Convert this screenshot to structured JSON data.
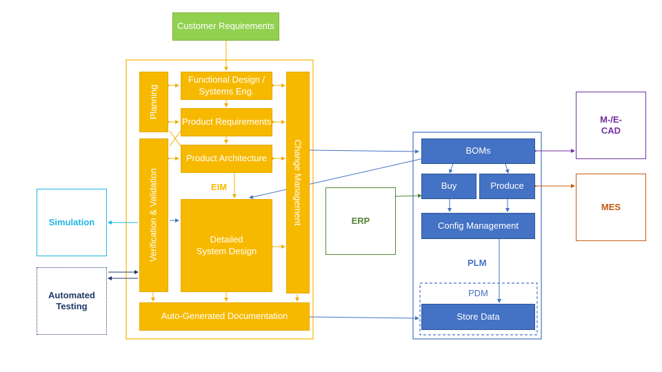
{
  "nodes": {
    "customer_requirements": "Customer Requirements",
    "planning": "Planning",
    "functional_design": "Functional Design / Systems Eng.",
    "product_requirements": "Product Requirements",
    "product_architecture": "Product Architecture",
    "change_management": "Change Management",
    "verification_validation": "Verification & Validation",
    "detailed_system_design": "Detailed System Design",
    "auto_generated_documentation": "Auto-Generated Documentation",
    "eim": "EIM",
    "simulation": "Simulation",
    "automated_testing": "Automated Testing",
    "erp": "ERP",
    "boms": "BOMs",
    "buy": "Buy",
    "produce": "Produce",
    "config_management": "Config Management",
    "plm": "PLM",
    "pdm": "PDM",
    "store_data": "Store Data",
    "mecad": "M-/E-CAD",
    "mes": "MES"
  },
  "colors": {
    "green": "#92d050",
    "gold": "#f7b900",
    "blue": "#4472c4",
    "simulation": "#1fb5e0",
    "automated_testing": "#1f3864",
    "erp": "#548235",
    "mecad": "#7030a0",
    "mes": "#c55a11"
  }
}
